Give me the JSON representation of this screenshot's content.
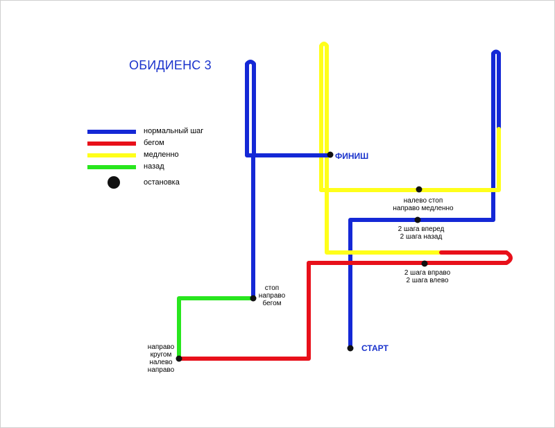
{
  "title": "ОБИДИЕНС 3",
  "colors": {
    "blue": "#1428d6",
    "red": "#e8101a",
    "yellow": "#ffff1a",
    "green": "#28e61e",
    "dot": "#111111"
  },
  "legend": [
    {
      "label": "нормальный шаг",
      "color": "blue"
    },
    {
      "label": "бегом",
      "color": "red"
    },
    {
      "label": "медленно",
      "color": "yellow"
    },
    {
      "label": "назад",
      "color": "green"
    }
  ],
  "legend_stop": "остановка",
  "start": "СТАРТ",
  "finish": "ФИНИШ",
  "annotations": {
    "stop_right_run": "стоп\nнаправо\nбегом",
    "right_turn_left_right": "направо\nкругом\nналево\nнаправо",
    "left_stop_right_slow": "налево стоп\nнаправо медленно",
    "steps_fwd_back": "2 шага вперед\n 2 шага назад",
    "steps_right_left": "2 шага вправо\n2 шага влево"
  }
}
